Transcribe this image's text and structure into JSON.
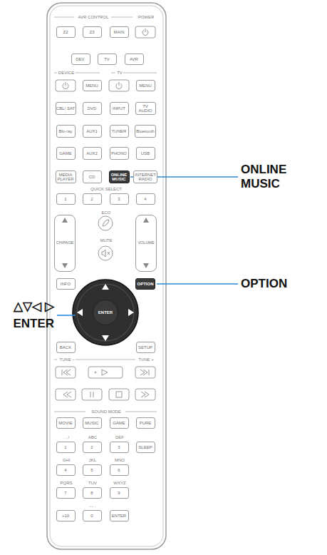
{
  "diagram": {
    "nodes": [
      {
        "text": [
          "Z2"
        ]
      },
      {
        "text": [
          "Z3"
        ]
      },
      {
        "text": [
          "MAIN"
        ]
      },
      {
        "text": [
          "DEV."
        ]
      },
      {
        "text": [
          "TV"
        ]
      },
      {
        "text": [
          "AVR"
        ]
      },
      {
        "text": [
          "MENU"
        ]
      },
      {
        "text": [
          "MENU"
        ]
      },
      {
        "text": [
          "CBL/ SAT"
        ]
      },
      {
        "text": [
          "DVD"
        ]
      },
      {
        "text": [
          "INPUT"
        ]
      },
      {
        "text": [
          "TV AUDIO"
        ]
      },
      {
        "text": [
          "Blu-ray"
        ]
      },
      {
        "text": [
          "AUX1"
        ]
      },
      {
        "text": [
          "TUNER"
        ]
      },
      {
        "text": [
          "Bluetooth"
        ]
      },
      {
        "text": [
          "GAME"
        ]
      },
      {
        "text": [
          "AUX2"
        ]
      },
      {
        "text": [
          "PHONO"
        ]
      },
      {
        "text": [
          "USB"
        ]
      },
      {
        "text": [
          "MEDIA PLAYER"
        ]
      },
      {
        "text": [
          "CD"
        ]
      },
      {
        "text": [
          "ONLINE MUSIC"
        ]
      },
      {
        "text": [
          "INTERNET RADIO"
        ]
      },
      {
        "text": [
          "1"
        ]
      },
      {
        "text": [
          "2"
        ]
      },
      {
        "text": [
          "3"
        ]
      },
      {
        "text": [
          "4"
        ]
      },
      {
        "text": [
          "CH/PAGE"
        ]
      },
      {
        "text": [
          "VOLUME"
        ]
      },
      {
        "text": [
          "INFO"
        ]
      },
      {
        "text": [
          "OPTION"
        ]
      },
      {
        "text": [
          "ENTER"
        ]
      },
      {
        "text": [
          "BACK"
        ]
      },
      {
        "text": [
          "SETUP"
        ]
      },
      {
        "text": [
          "MOVIE"
        ]
      },
      {
        "text": [
          "MUSIC"
        ]
      },
      {
        "text": [
          "GAME"
        ]
      },
      {
        "text": [
          "PURE"
        ]
      },
      {
        "text": [
          "1"
        ]
      },
      {
        "text": [
          "2"
        ]
      },
      {
        "text": [
          "3"
        ]
      },
      {
        "text": [
          "SLEEP"
        ]
      },
      {
        "text": [
          "4"
        ]
      },
      {
        "text": [
          "5"
        ]
      },
      {
        "text": [
          "6"
        ]
      },
      {
        "text": [
          "7"
        ]
      },
      {
        "text": [
          "8"
        ]
      },
      {
        "text": [
          "9"
        ]
      },
      {
        "text": [
          "+10"
        ]
      },
      {
        "text": [
          "0"
        ]
      },
      {
        "text": [
          "ENTER"
        ]
      }
    ],
    "labels": [
      "AVR CONTROL",
      "POWER",
      "DEVICE",
      "TV",
      "QUICK SELECT",
      "ECO",
      "MUTE",
      "TUNE –",
      "TUNE +",
      "SOUND MODE",
      ". , /",
      "ABC",
      "DEF",
      "GHI",
      "JKL",
      "MNO",
      "PQRS",
      "TUV",
      "WXYZ",
      "⌴ .",
      "ONLINE MUSIC",
      "OPTION",
      "△▽◁ ▷",
      "ENTER"
    ]
  }
}
